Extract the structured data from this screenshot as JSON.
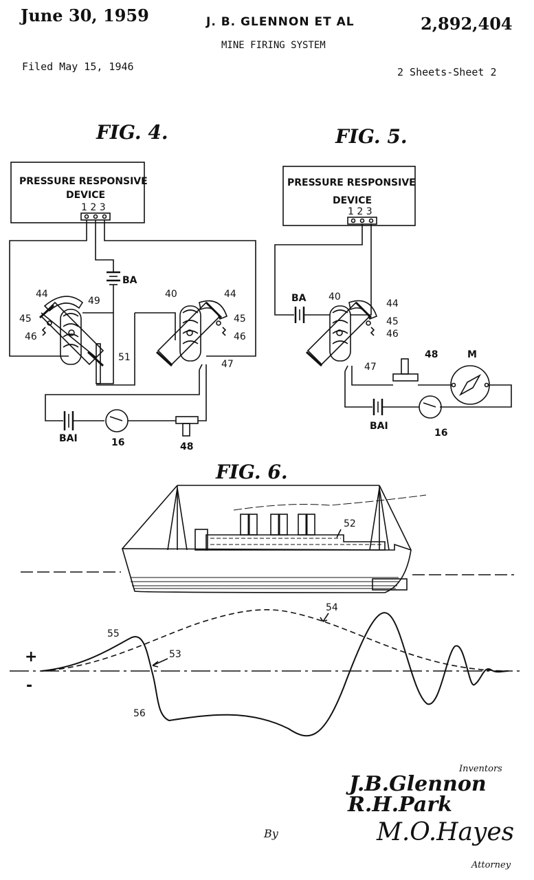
{
  "header": {
    "date": "June 30, 1959",
    "inventors": "J. B. GLENNON ET AL",
    "patent_number": "2,892,404",
    "title": "MINE FIRING SYSTEM",
    "filed": "Filed May 15, 1946",
    "sheets": "2 Sheets-Sheet 2"
  },
  "fig4": {
    "title": "FIG. 4.",
    "box_line1": "PRESSURE RESPONSIVE",
    "box_line2": "DEVICE",
    "terminals": "1 2 3",
    "labels": {
      "ba": "BA",
      "l44a": "44",
      "l49": "49",
      "l45a": "45",
      "l46a": "46",
      "l51": "51",
      "l40": "40",
      "l44b": "44",
      "l45b": "45",
      "l46b": "46",
      "l47": "47",
      "bai": "BAI",
      "l16": "16",
      "l48": "48"
    }
  },
  "fig5": {
    "title": "FIG. 5.",
    "box_line1": "PRESSURE RESPONSIVE",
    "box_line2": "DEVICE",
    "terminals": "1 2 3",
    "labels": {
      "ba": "BA",
      "l40": "40",
      "l44": "44",
      "l45": "45",
      "l46": "46",
      "l48": "48",
      "m": "M",
      "l47": "47",
      "bai": "BAI",
      "l16": "16"
    }
  },
  "fig6": {
    "title": "FIG. 6.",
    "labels": {
      "l52": "52",
      "l54": "54",
      "l55": "55",
      "l53": "53",
      "l56": "56",
      "plus": "+",
      "minus": "-"
    }
  },
  "footer": {
    "inventors_label": "Inventors",
    "inventor1": "J.B.Glennon",
    "inventor2": "R.H.Park",
    "by": "By",
    "attorney_signature": "M.O.Hayes",
    "attorney_label": "Attorney"
  }
}
